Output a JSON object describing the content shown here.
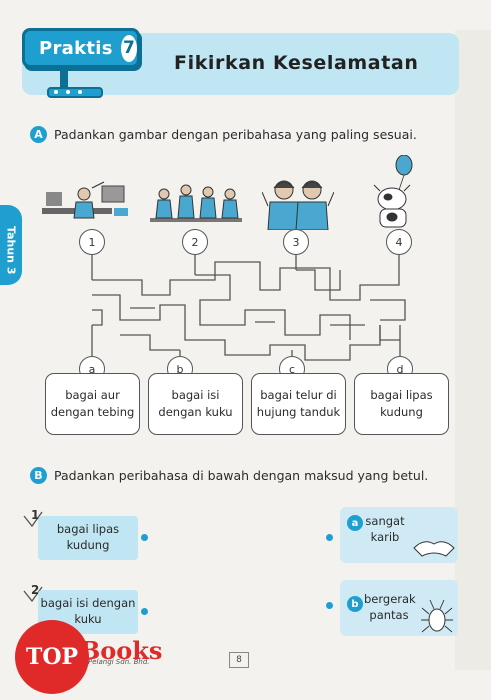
{
  "header": {
    "badge_label": "Praktis",
    "badge_number": "7",
    "title": "Fikirkan Keselamatan"
  },
  "side_tab": {
    "label": "Tahun 3"
  },
  "section_a": {
    "badge": "A",
    "instruction": "Padankan gambar dengan peribahasa yang paling sesuai.",
    "pictures": [
      {
        "number": "1",
        "icon": "stressed-worker-icon"
      },
      {
        "number": "2",
        "icon": "teamwork-group-icon"
      },
      {
        "number": "3",
        "icon": "two-friends-icon"
      },
      {
        "number": "4",
        "icon": "cow-with-balloon-icon"
      }
    ],
    "answers": [
      {
        "letter": "a",
        "text": "bagai aur dengan tebing"
      },
      {
        "letter": "b",
        "text": "bagai isi dengan kuku"
      },
      {
        "letter": "c",
        "text": "bagai telur di hujung tanduk"
      },
      {
        "letter": "d",
        "text": "bagai lipas kudung"
      }
    ]
  },
  "section_b": {
    "badge": "B",
    "instruction": "Padankan peribahasa di bawah dengan maksud yang betul.",
    "left": [
      {
        "number": "1",
        "text": "bagai lipas kudung"
      },
      {
        "number": "2",
        "text": "bagai isi dengan kuku"
      }
    ],
    "right": [
      {
        "letter": "a",
        "text": "sangat karib",
        "icon": "handshake-icon"
      },
      {
        "letter": "b",
        "text": "bergerak pantas",
        "icon": "cockroach-icon"
      }
    ]
  },
  "footer": {
    "page_number": "8",
    "publisher": "Pelangi Sdn. Bhd.",
    "logo_top": "TOP",
    "logo_books": "Books"
  },
  "colors": {
    "accent": "#1e9fcf",
    "accent_dark": "#0d6f93",
    "light_blue": "#bfe6f2",
    "logo_red": "#e02a2a"
  }
}
